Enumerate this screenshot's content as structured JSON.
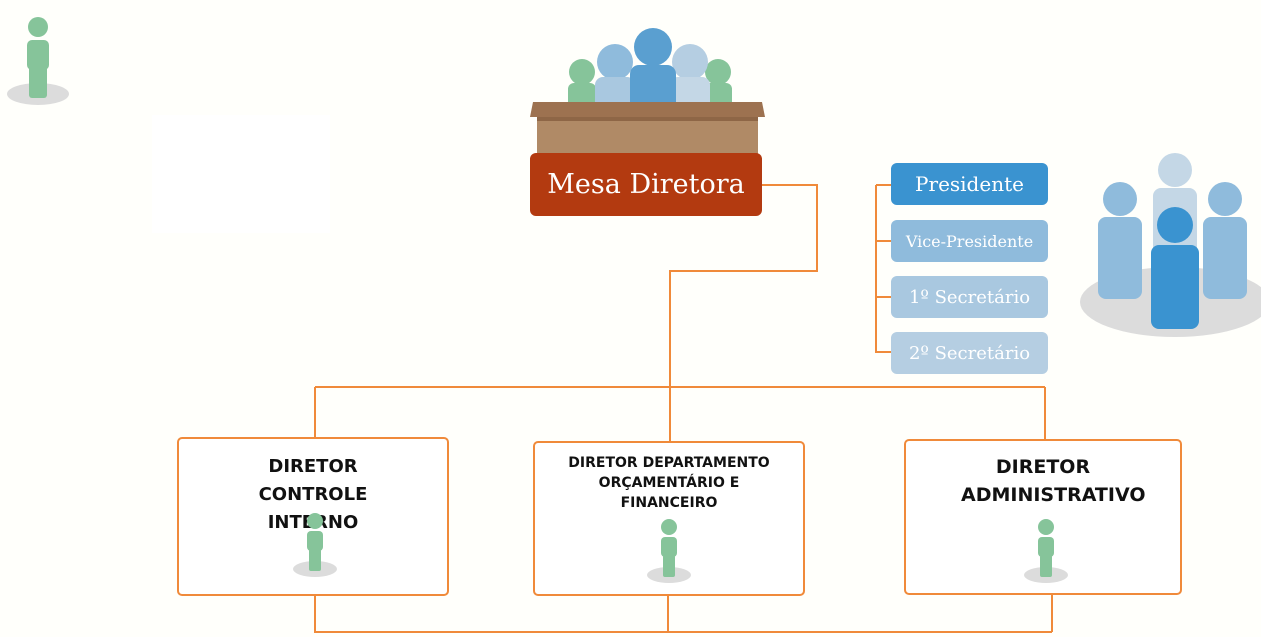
{
  "mesa": {
    "label": "Mesa Diretora"
  },
  "roles": [
    {
      "label": "Presidente"
    },
    {
      "label": "Vice-Presidente"
    },
    {
      "label": "1º Secretário"
    },
    {
      "label": "2º Secretário"
    }
  ],
  "directors": [
    {
      "title": "DIRETOR CONTROLE INTERNO"
    },
    {
      "title": "DIRETOR DEPARTAMENTO ORÇAMENTÁRIO E FINANCEIRO"
    },
    {
      "title": "DIRETOR ADMINISTRATIVO"
    }
  ],
  "colors": {
    "mesa": "#b33a10",
    "connector": "#f08a3a",
    "person_green": "#86c49a",
    "person_blue": "#3a93d0",
    "person_light_blue": "#8fbbdc",
    "shadow": "#dcdcdc"
  }
}
